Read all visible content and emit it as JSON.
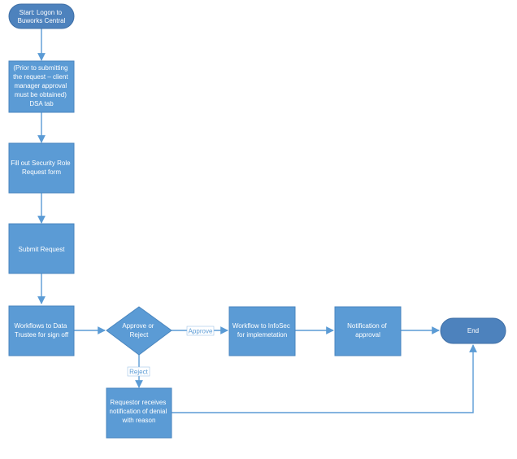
{
  "nodes": {
    "start": [
      "Start: Logon to",
      "Buworks Central"
    ],
    "prior": [
      "(Prior to submitting",
      "the request – client",
      "manager approval",
      "must be obtained)",
      "DSA tab"
    ],
    "fill_form": [
      "Fill out Security Role",
      "Request form"
    ],
    "submit": [
      "Submit Request"
    ],
    "workflow_trustee": [
      "Workflows to Data",
      "Trustee for sign off"
    ],
    "decision": [
      "Approve or",
      "Reject"
    ],
    "workflow_infosec": [
      "Workflow to InfoSec",
      "for implemetation"
    ],
    "notification_approval": [
      "Notification of",
      "approval"
    ],
    "end": [
      "End"
    ],
    "denial": [
      "Requestor receives",
      "notification of denial",
      "with reason"
    ]
  },
  "edge_labels": {
    "approve": "Approve",
    "reject": "Reject"
  },
  "colors": {
    "box_fill": "#5b9bd5",
    "terminal_fill": "#4d82bd",
    "connector": "#5b9bd5",
    "text": "#ffffff"
  }
}
